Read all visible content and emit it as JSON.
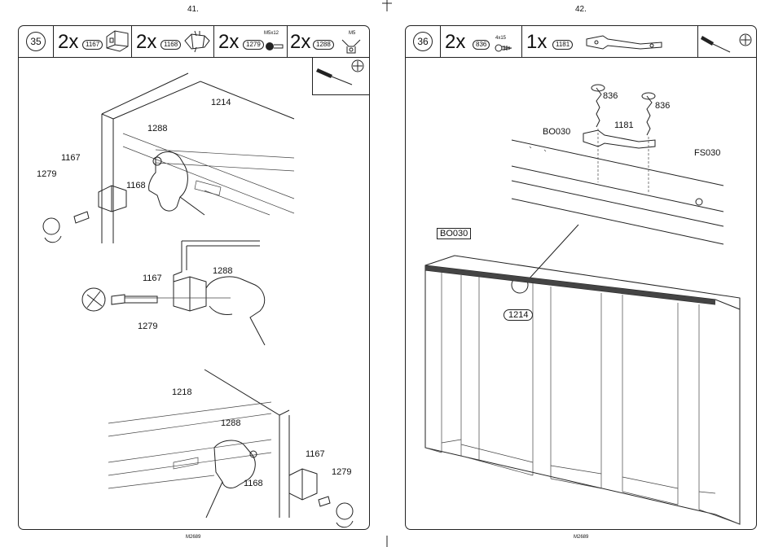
{
  "pages": [
    {
      "page_number": "41.",
      "footer": "M2689",
      "step": "35",
      "parts": [
        {
          "qty": "2x",
          "part": "1167",
          "spec": ""
        },
        {
          "qty": "2x",
          "part": "1168",
          "spec": ""
        },
        {
          "qty": "2x",
          "part": "1279",
          "spec": "M5x12"
        },
        {
          "qty": "2x",
          "part": "1288",
          "spec": "M5"
        }
      ],
      "tools": [
        "screwdriver-icon",
        "phillips-head-icon"
      ],
      "callouts": {
        "top_panel": "1214",
        "top_nut": "1288",
        "top_bracket": "1167",
        "top_bolt": "1279",
        "top_clip": "1168",
        "mid_bracket": "1167",
        "mid_nut": "1288",
        "mid_bolt": "1279",
        "bot_panel": "1218",
        "bot_nut": "1288",
        "bot_bracket": "1167",
        "bot_bolt": "1279",
        "bot_clip": "1168"
      }
    },
    {
      "page_number": "42.",
      "footer": "M2689",
      "step": "36",
      "parts": [
        {
          "qty": "2x",
          "part": "836",
          "spec": "4x15"
        },
        {
          "qty": "1x",
          "part": "1181",
          "spec": ""
        }
      ],
      "tools": [
        "screwdriver-icon",
        "phillips-head-icon"
      ],
      "callouts": {
        "screw_a": "836",
        "screw_b": "836",
        "connector": "1181",
        "hole_ref": "BO030",
        "fastener_ref": "FS030",
        "ref_box": "BO030",
        "rail": "1214"
      }
    }
  ]
}
